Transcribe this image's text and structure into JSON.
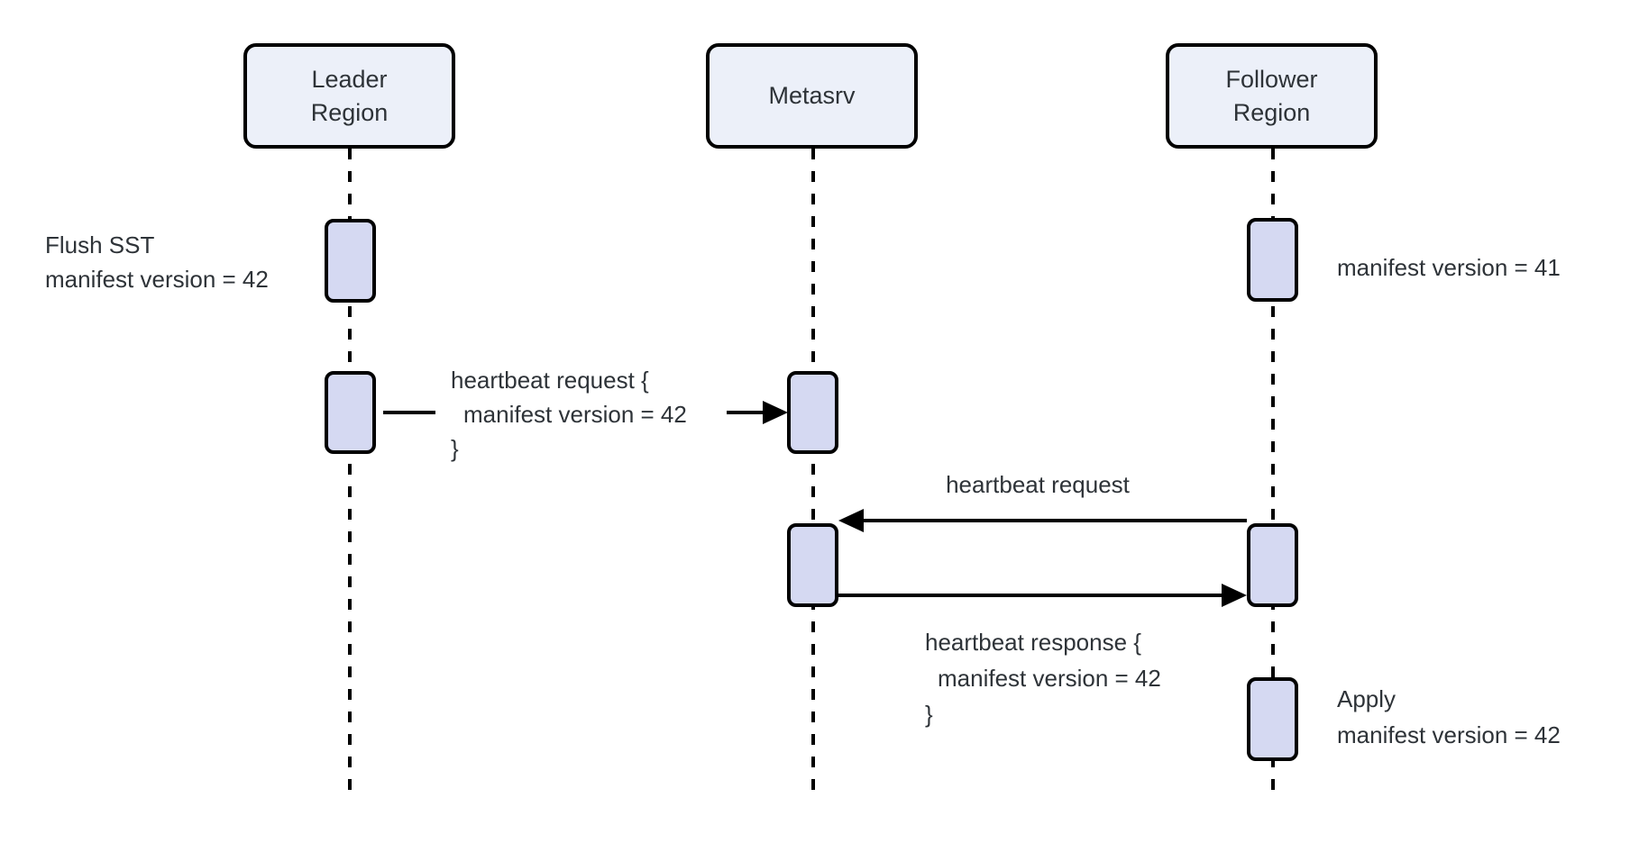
{
  "diagram_type": "sequence-diagram",
  "participants": [
    {
      "name": "Leader Region",
      "lines": [
        "Leader",
        "Region"
      ]
    },
    {
      "name": "Metasrv",
      "lines": [
        "Metasrv"
      ]
    },
    {
      "name": "Follower Region",
      "lines": [
        "Follower",
        "Region"
      ]
    }
  ],
  "side_notes": [
    {
      "participant": "Leader Region",
      "side": "left",
      "lines": [
        "Flush SST",
        "manifest version = 42"
      ]
    },
    {
      "participant": "Follower Region",
      "side": "right",
      "lines": [
        "manifest version = 41"
      ]
    },
    {
      "participant": "Follower Region",
      "side": "right",
      "lines": [
        "Apply",
        "manifest version = 42"
      ]
    }
  ],
  "messages": [
    {
      "from": "Leader Region",
      "to": "Metasrv",
      "lines": [
        "heartbeat request {",
        "manifest version = 42",
        "}"
      ]
    },
    {
      "from": "Follower Region",
      "to": "Metasrv",
      "lines": [
        "heartbeat request"
      ]
    },
    {
      "from": "Metasrv",
      "to": "Follower Region",
      "lines": [
        "heartbeat response {",
        "manifest version = 42",
        "}"
      ]
    }
  ],
  "colors": {
    "background": "#FFFFFF",
    "participant_fill": "#ECF0F9",
    "activation_fill": "#D5D9F2",
    "stroke": "#000000",
    "text": "#2E3338"
  }
}
